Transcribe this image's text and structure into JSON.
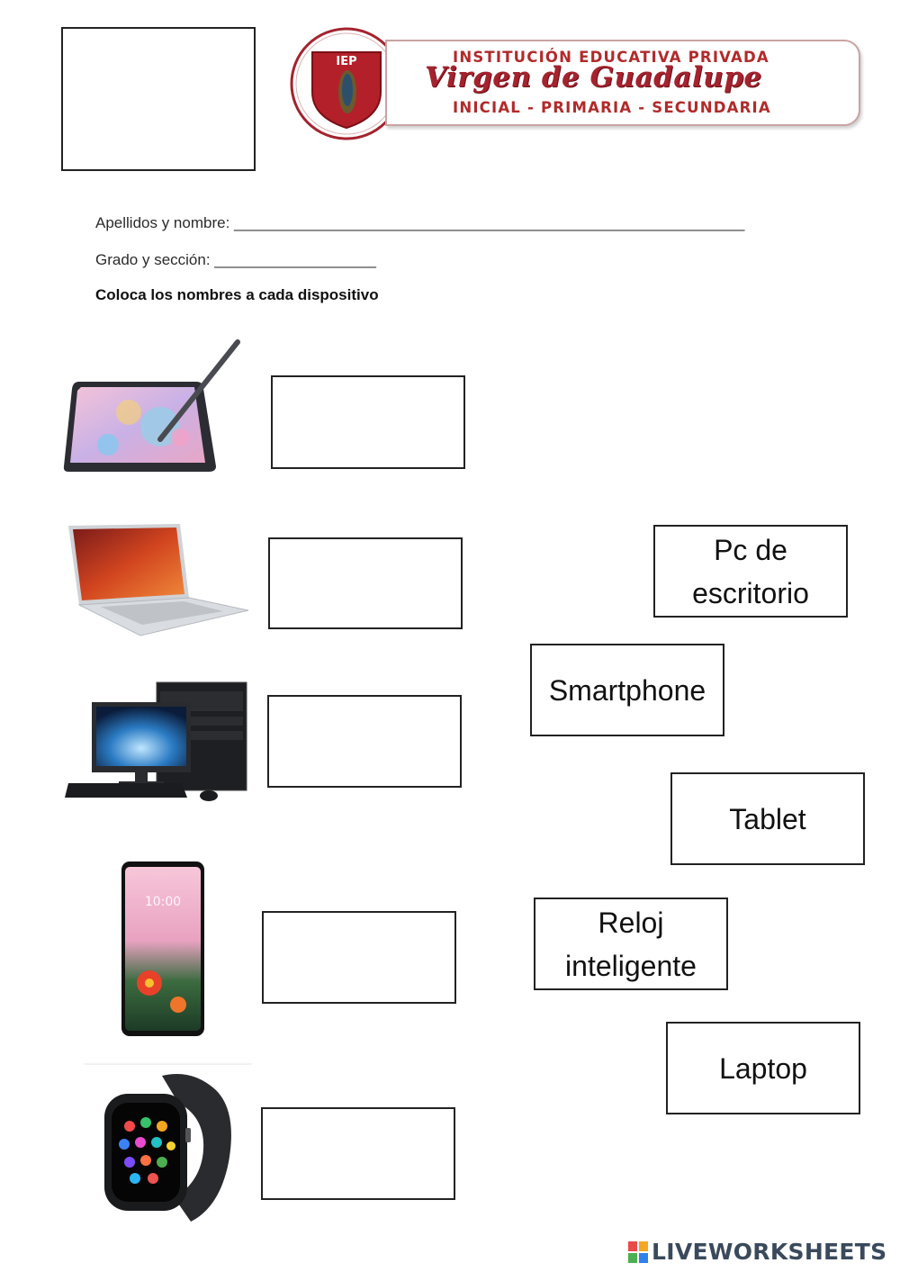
{
  "header": {
    "photo_box_label": "",
    "seal_text": "IEP",
    "institution_line1": "INSTITUCIÓN EDUCATIVA PRIVADA",
    "institution_name": "Virgen de Guadalupe",
    "institution_line3": "INICIAL - PRIMARIA - SECUNDARIA",
    "colors": {
      "brand_red": "#a4232e",
      "seal_red": "#b3202a"
    }
  },
  "form": {
    "name_label": "Apellidos y nombre: ____________________________________________________________",
    "grade_label": "Grado y sección: ___________________",
    "instruction": "Coloca los nombres a cada dispositivo"
  },
  "devices": [
    {
      "name": "tablet",
      "icon": "tablet-with-stylus-image"
    },
    {
      "name": "laptop",
      "icon": "laptop-image"
    },
    {
      "name": "desktop",
      "icon": "desktop-pc-image"
    },
    {
      "name": "smartphone",
      "icon": "smartphone-image"
    },
    {
      "name": "smartwatch",
      "icon": "smartwatch-image"
    }
  ],
  "options": [
    {
      "label": "Pc de escritorio"
    },
    {
      "label": "Smartphone"
    },
    {
      "label": "Tablet"
    },
    {
      "label": "Reloj inteligente"
    },
    {
      "label": "Laptop"
    }
  ],
  "footer": {
    "brand": "LIVEWORKSHEETS",
    "colors": [
      "#e94b4b",
      "#f5a623",
      "#4caf50",
      "#2f80ed"
    ]
  }
}
